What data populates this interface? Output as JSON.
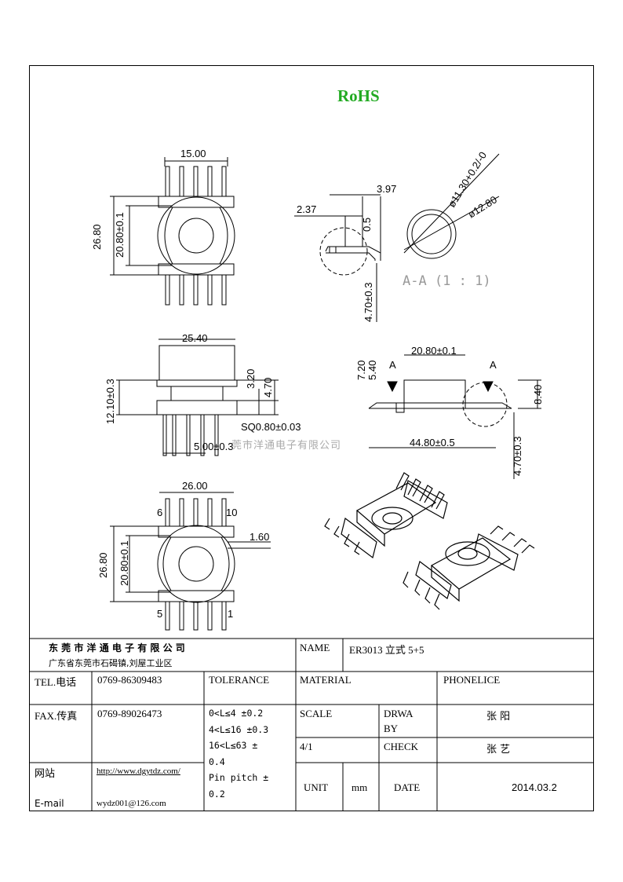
{
  "header": {
    "rohs": "RoHS"
  },
  "watermark": "莞市洋通电子有限公司",
  "dims": {
    "top_width": "15.00",
    "side_height": "26.80",
    "inner_height": "20.80±0.1",
    "d_397": "3.97",
    "d_237": "2.37",
    "d_05": "0.5",
    "d_470": "4.70±0.3",
    "dia_1130": "ø11.30+0.2/-0",
    "dia_1280": "ø12.80",
    "section": "A-A (1 : 1)",
    "w_2540": "25.40",
    "h_1210": "12.10±0.3",
    "h_320": "3.20",
    "h_470b": "4.70",
    "sq_080": "SQ0.80±0.03",
    "pitch_500": "5.00±0.3",
    "h_720": "7.20",
    "h_540": "5.40",
    "w_2080": "20.80±0.1",
    "label_a1": "A",
    "label_a2": "A",
    "h_840": "8.40",
    "w_4480": "44.80±0.5",
    "h_470c": "4.70±0.3",
    "w_2600": "26.00",
    "w_160": "1.60",
    "h_2680b": "26.80",
    "h_2080b": "20.80±0.1",
    "pin_6": "6",
    "pin_10": "10",
    "pin_5": "5",
    "pin_1": "1"
  },
  "titleblock": {
    "company": "东 莞 市 洋 通 电 子 有 限 公 司",
    "address": "广东省东莞市石碣镇,刘屋工业区",
    "name_label": "NAME",
    "name_value": "ER3013 立式 5+5",
    "tel_label": "TEL.电话",
    "tel_value": "0769-86309483",
    "tolerance_label": "TOLERANCE",
    "material_label": "MATERIAL",
    "material_value": "PHONELICE",
    "fax_label": "FAX.传真",
    "fax_value": "0769-89026473",
    "tol_lines": [
      "0<L≤4  ±0.2",
      "4<L≤16 ±0.3",
      "16<L≤63 ±",
      "0.4",
      "Pin pitch ±",
      "0.2"
    ],
    "scale_label": "SCALE",
    "drawn_label_1": "DRWA",
    "drawn_label_2": "BY",
    "drawn_value": "张  阳",
    "scale_value": "4/1",
    "check_label": "CHECK",
    "check_value": "张  艺",
    "web_label": "网站",
    "web_value": "http://www.dgytdz.com/",
    "email_label": "E-mail",
    "email_value": "wydz001@126.com",
    "unit_label": "UNIT",
    "unit_value": "mm",
    "date_label": "DATE",
    "date_value": "2014.03.2"
  },
  "colors": {
    "rohs": "#22aa22",
    "watermark": "#aaaaaa"
  }
}
